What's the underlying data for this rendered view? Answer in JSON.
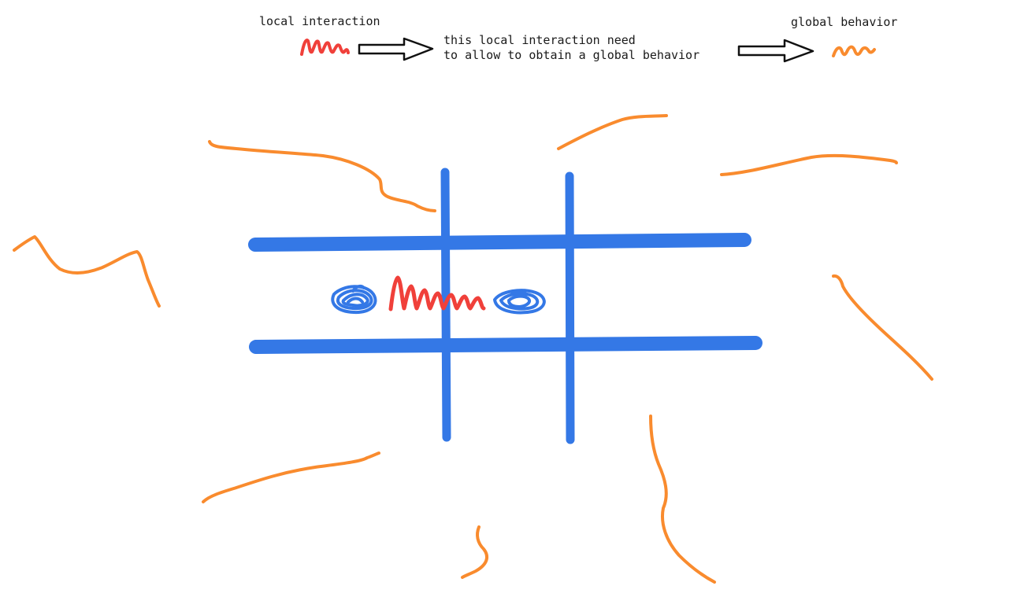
{
  "labels": {
    "local_interaction": "local interaction",
    "global_behavior": "global behavior",
    "explanation_line1": "this local interaction need",
    "explanation_line2": "to allow to obtain a global behavior"
  },
  "colors": {
    "local_stroke": "#f0403a",
    "global_stroke": "#f98b2e",
    "grid_stroke": "#3478e6",
    "arrow_stroke": "#111111",
    "background": "#ffffff"
  },
  "grid": {
    "rows": 3,
    "cols": 3,
    "highlighted_pair": [
      "middle-left",
      "middle-center"
    ]
  }
}
